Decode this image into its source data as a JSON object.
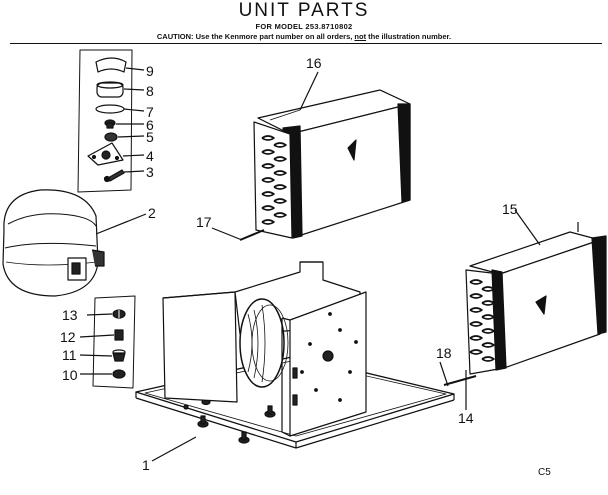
{
  "header": {
    "title": "UNIT PARTS",
    "model_line": "FOR MODEL 253.8710802",
    "caution_prefix": "CAUTION: Use the Kenmore part number on all orders, ",
    "caution_not": "not",
    "caution_suffix": " the illustration number."
  },
  "callouts": {
    "p1": "1",
    "p2": "2",
    "p3": "3",
    "p4": "4",
    "p5": "5",
    "p6": "6",
    "p7": "7",
    "p8": "8",
    "p9": "9",
    "p10": "10",
    "p11": "11",
    "p12": "12",
    "p13": "13",
    "p14": "14",
    "p15": "15",
    "p16": "16",
    "p17": "17",
    "p18": "18"
  },
  "page_code": "C5"
}
